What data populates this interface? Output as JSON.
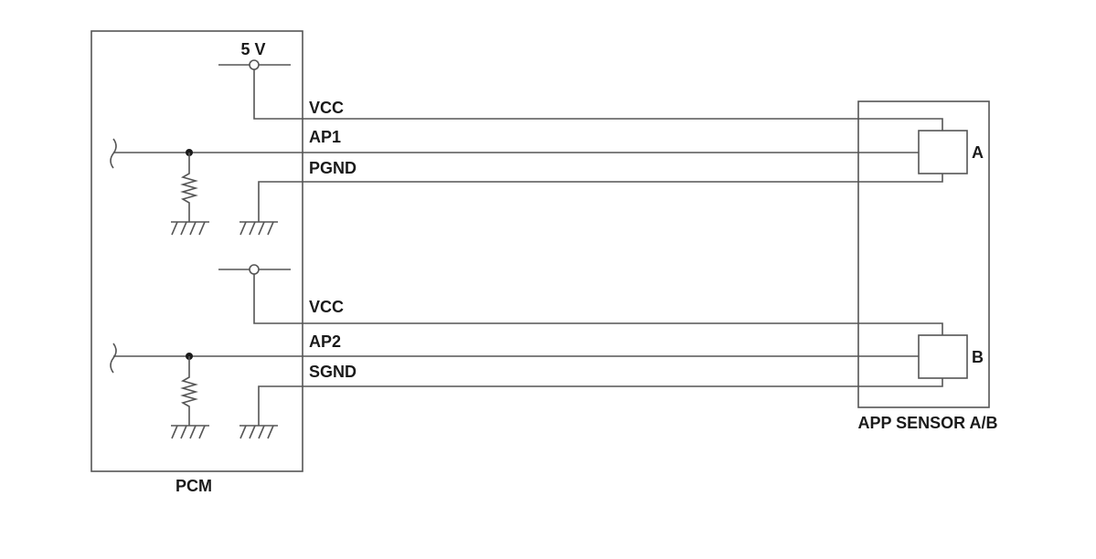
{
  "pcm": {
    "label": "PCM"
  },
  "sensor": {
    "label": "APP SENSOR A/B"
  },
  "circuit_a": {
    "supply_label": "5 V",
    "vcc_label": "VCC",
    "signal_label": "AP1",
    "ground_label": "PGND",
    "element_label": "A"
  },
  "circuit_b": {
    "vcc_label": "VCC",
    "signal_label": "AP2",
    "ground_label": "SGND",
    "element_label": "B"
  },
  "colors": {
    "line": "#555555",
    "text": "#1a1a1a",
    "junction": "#1a1a1a",
    "background": "#ffffff"
  }
}
